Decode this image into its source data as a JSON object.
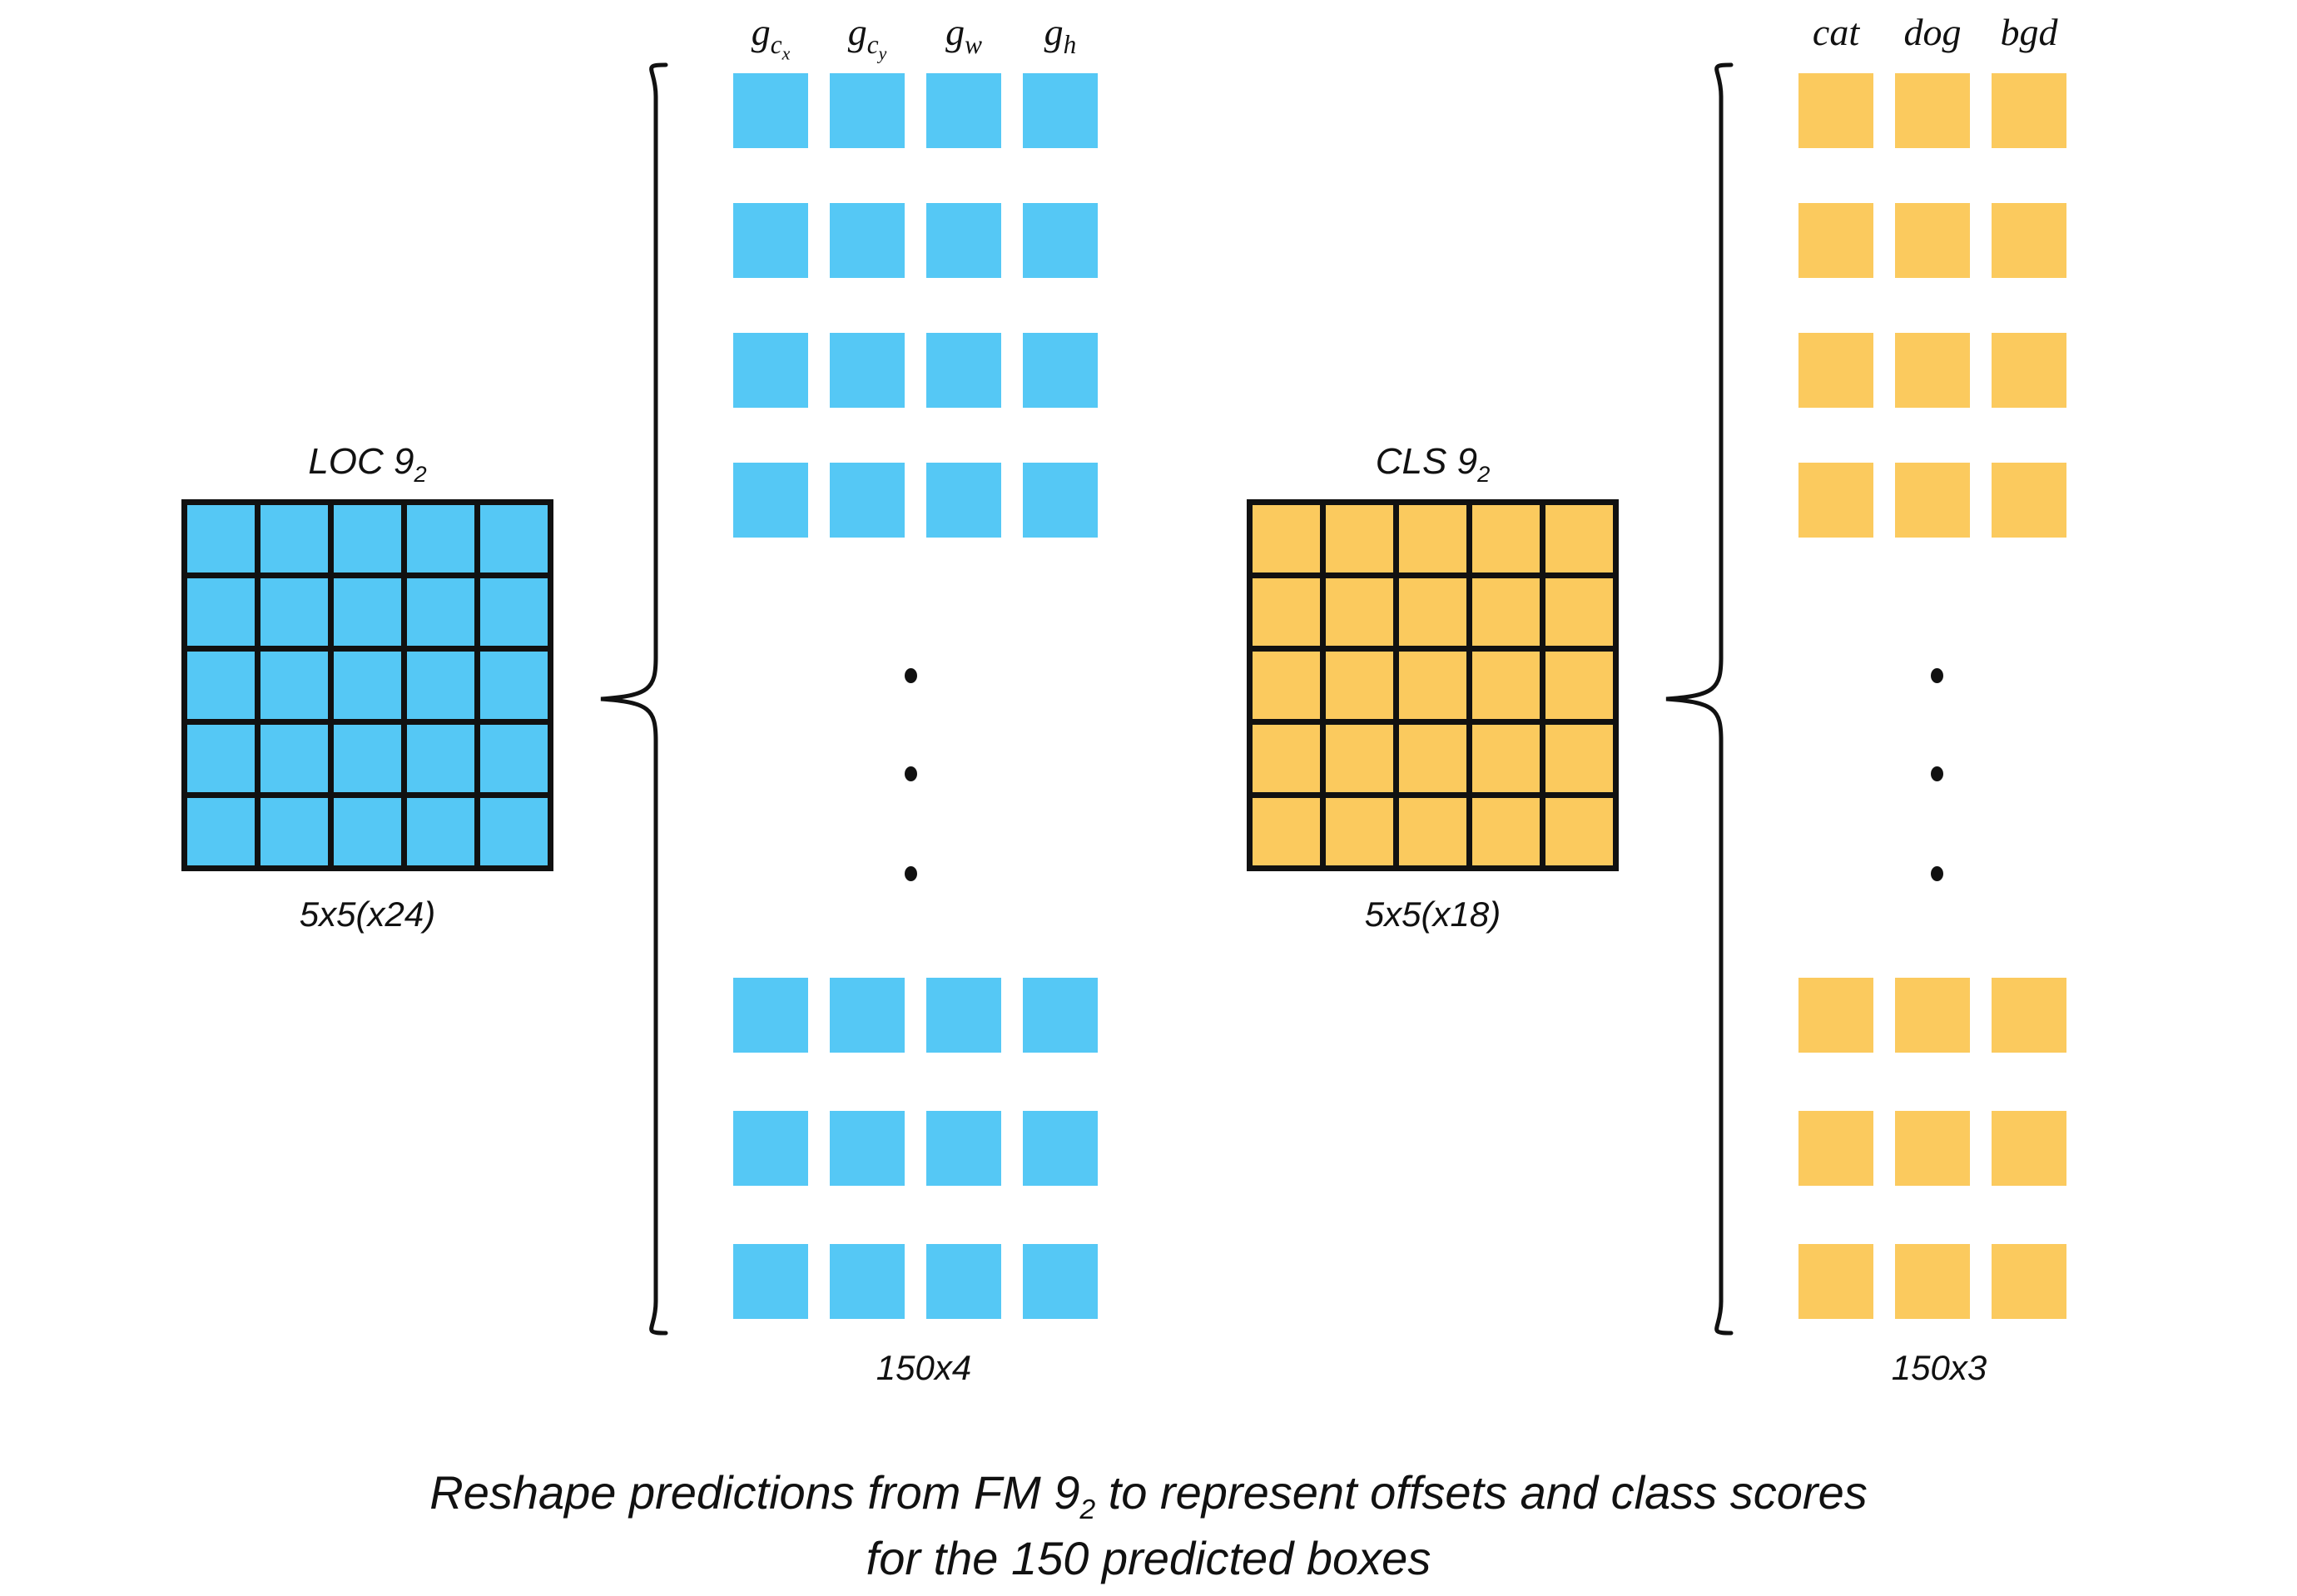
{
  "figure": {
    "background_color": "#ffffff",
    "caption_line1_pre": "Reshape predictions from FM 9",
    "caption_line1_sub": "2",
    "caption_line1_post": " to represent offsets and class scores",
    "caption_line2": "for the 150 predicted boxes"
  },
  "colors": {
    "loc_blue": "#55C8F5",
    "cls_orange": "#FBCA5E",
    "stroke_black": "#111111"
  },
  "loc_branch": {
    "grid_label_top_pre": "LOC 9",
    "grid_label_top_sub": "2",
    "grid_label_bottom": "5x5(x24)",
    "grid_rows": 5,
    "grid_cols": 5,
    "column_headers": [
      {
        "base": "g",
        "sub": "c",
        "subsub": "x"
      },
      {
        "base": "g",
        "sub": "c",
        "subsub": "y"
      },
      {
        "base": "g",
        "sub": "w",
        "subsub": ""
      },
      {
        "base": "g",
        "sub": "h",
        "subsub": ""
      }
    ],
    "reshaped_caption": "150x4",
    "top_group_rows": 4,
    "bottom_group_rows": 3,
    "ellipsis_dots": 3
  },
  "cls_branch": {
    "grid_label_top_pre": "CLS 9",
    "grid_label_top_sub": "2",
    "grid_label_bottom": "5x5(x18)",
    "grid_rows": 5,
    "grid_cols": 5,
    "column_headers": [
      {
        "base": "cat",
        "sub": "",
        "subsub": ""
      },
      {
        "base": "dog",
        "sub": "",
        "subsub": ""
      },
      {
        "base": "bgd",
        "sub": "",
        "subsub": ""
      }
    ],
    "reshaped_caption": "150x3",
    "top_group_rows": 4,
    "bottom_group_rows": 3,
    "ellipsis_dots": 3
  },
  "chart_data": {
    "type": "diagram",
    "title": "Reshape predictions from FM 9_2 to represent offsets and class scores for the 150 predicted boxes",
    "branches": [
      {
        "name": "LOC 9_2",
        "color": "#55C8F5",
        "feature_map_shape": "5x5(x24)",
        "reshaped_shape": "150x4",
        "per_box_values": [
          "g_cx",
          "g_cy",
          "g_w",
          "g_h"
        ],
        "num_boxes": 150,
        "channels": 24,
        "grid": [
          5,
          5
        ]
      },
      {
        "name": "CLS 9_2",
        "color": "#FBCA5E",
        "feature_map_shape": "5x5(x18)",
        "reshaped_shape": "150x3",
        "per_box_values": [
          "cat",
          "dog",
          "bgd"
        ],
        "num_boxes": 150,
        "channels": 18,
        "grid": [
          5,
          5
        ]
      }
    ]
  }
}
